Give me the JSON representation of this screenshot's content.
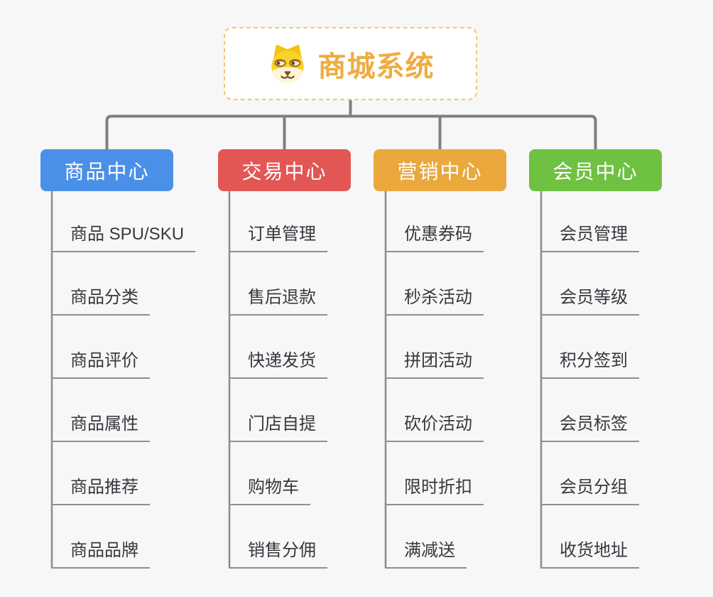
{
  "root": {
    "title": "商城系统",
    "icon": "doge-icon"
  },
  "colors": {
    "background": "#f7f7f7",
    "root_text": "#efac41",
    "root_border": "#f3c478",
    "connector": "#7f7f7f",
    "trunk": "#8a8a8a",
    "leaf_underline": "#8f8f8f",
    "leaf_text": "#35383d",
    "branch_product": "#4a90e8",
    "branch_trade": "#e25754",
    "branch_marketing": "#eaa83d",
    "branch_member": "#6fc142"
  },
  "branches": [
    {
      "title": "商品中心",
      "color": "#4a90e8",
      "items": [
        "商品 SPU/SKU",
        "商品分类",
        "商品评价",
        "商品属性",
        "商品推荐",
        "商品品牌"
      ]
    },
    {
      "title": "交易中心",
      "color": "#e25754",
      "items": [
        "订单管理",
        "售后退款",
        "快递发货",
        "门店自提",
        "购物车",
        "销售分佣"
      ]
    },
    {
      "title": "营销中心",
      "color": "#eaa83d",
      "items": [
        "优惠券码",
        "秒杀活动",
        "拼团活动",
        "砍价活动",
        "限时折扣",
        "满减送"
      ]
    },
    {
      "title": "会员中心",
      "color": "#6fc142",
      "items": [
        "会员管理",
        "会员等级",
        "积分签到",
        "会员标签",
        "会员分组",
        "收货地址"
      ]
    }
  ]
}
